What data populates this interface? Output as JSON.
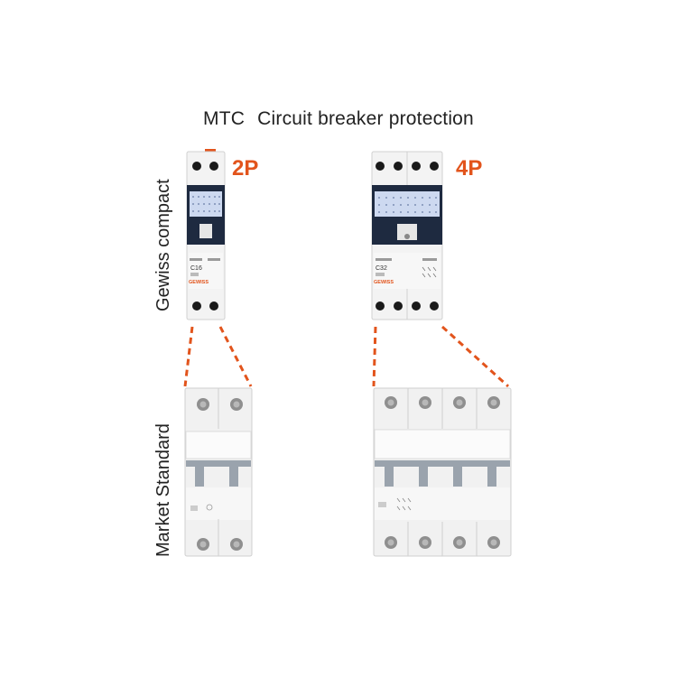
{
  "title": {
    "prefix": "MTC",
    "text": "Circuit breaker protection"
  },
  "labels": {
    "two_pole": "2P",
    "four_pole": "4P",
    "row_top": "Gewiss compact",
    "row_bottom": "Market Standard"
  },
  "breaker_2p_compact": {
    "rating": "C16",
    "brand": "GEWISS"
  },
  "breaker_4p_compact": {
    "rating": "C32",
    "brand": "GEWISS"
  },
  "colors": {
    "accent": "#e2541c",
    "breaker_body": "#f2f2f2",
    "lever_panel": "#c9d9f0",
    "handle_dark": "#1e2a40",
    "terminal": "#1a1a1a",
    "std_bar": "#9aa3ad"
  }
}
